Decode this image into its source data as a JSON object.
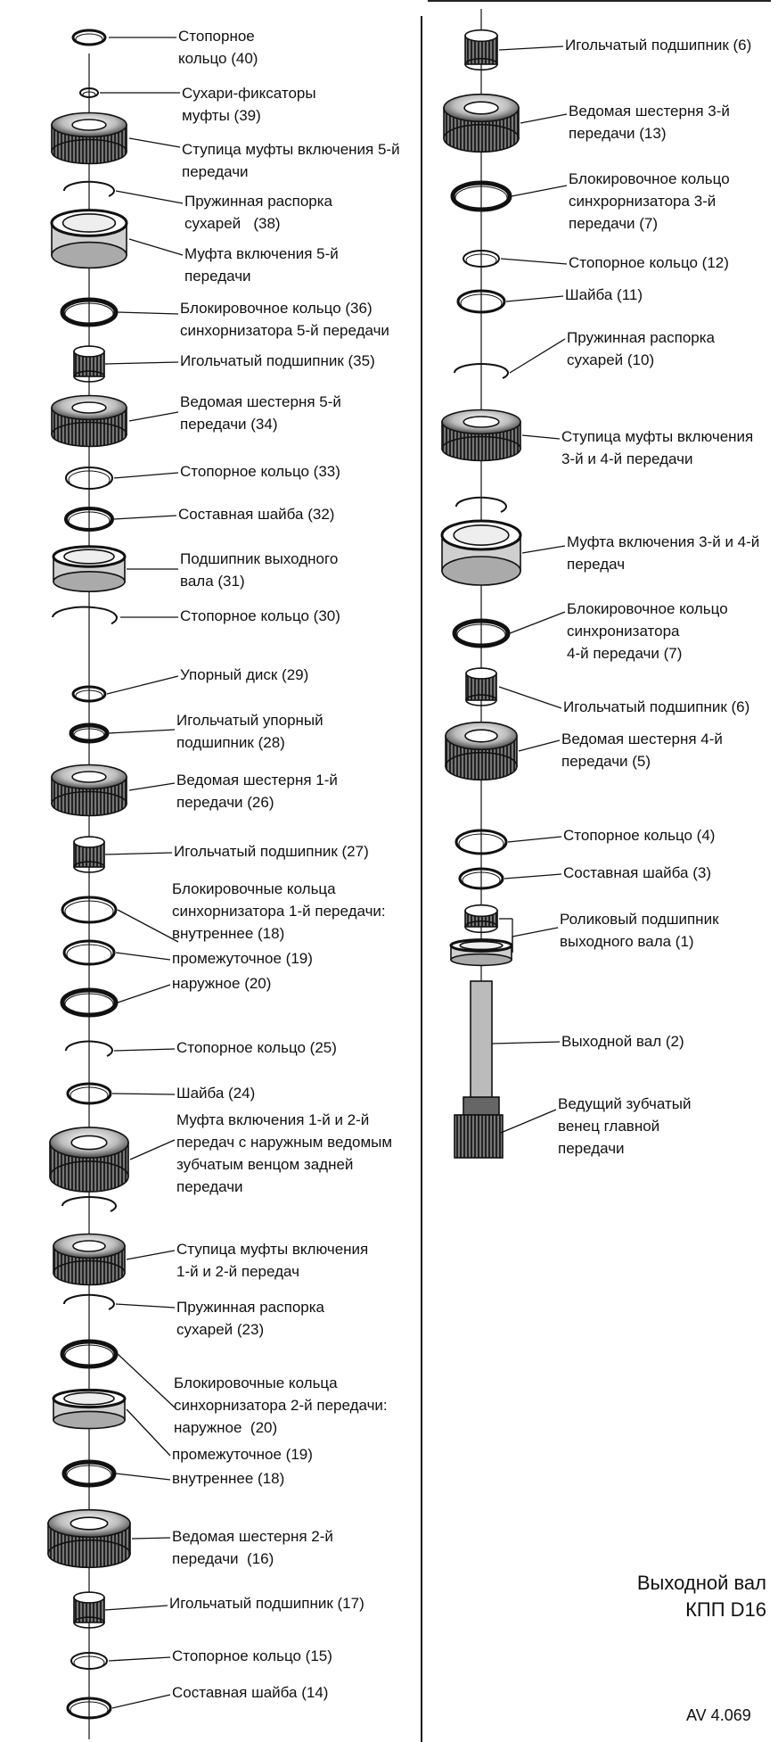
{
  "left_column": [
    {
      "id": "stopor-40",
      "text": "Стопорное\nкольцо (40)"
    },
    {
      "id": "suhari-39",
      "text": "Сухари-фиксаторы\nмуфты (39)"
    },
    {
      "id": "stupica-5",
      "text": "Ступица муфты включения 5-й\nпередачи"
    },
    {
      "id": "raspor-38",
      "text": "Пружинная распорка\nсухарей   (38)"
    },
    {
      "id": "mufta-5",
      "text": "Муфта включения 5-й\nпередачи"
    },
    {
      "id": "blok-36",
      "text": "Блокировочное кольцо (36)\nсинхорнизатора 5-й передачи"
    },
    {
      "id": "igol-35",
      "text": "Игольчатый подшипник (35)"
    },
    {
      "id": "ved-34",
      "text": "Ведомая шестерня 5-й\nпередачи (34)"
    },
    {
      "id": "stopor-33",
      "text": "Стопорное кольцо (33)"
    },
    {
      "id": "shaiba-32",
      "text": "Составная шайба (32)"
    },
    {
      "id": "podsh-31",
      "text": "Подшипник выходного\nвала (31)"
    },
    {
      "id": "stopor-30",
      "text": "Стопорное кольцо (30)"
    },
    {
      "id": "disk-29",
      "text": "Упорный диск (29)"
    },
    {
      "id": "igol-28",
      "text": "Игольчатый упорный\nподшипник (28)"
    },
    {
      "id": "ved-26",
      "text": "Ведомая шестерня 1-й\nпередачи (26)"
    },
    {
      "id": "igol-27",
      "text": "Игольчатый подшипник (27)"
    },
    {
      "id": "blok-1",
      "text": "Блокировочные кольца\nсинхорнизатора 1-й передачи:\nвнутреннее (18)"
    },
    {
      "id": "prom-19a",
      "text": "промежуточное (19)"
    },
    {
      "id": "nar-20a",
      "text": "наружное (20)"
    },
    {
      "id": "stopor-25",
      "text": "Стопорное кольцо (25)"
    },
    {
      "id": "shaiba-24",
      "text": "Шайба (24)"
    },
    {
      "id": "mufta-12",
      "text": "Муфта включения 1-й и 2-й\nпередач с наружным ведомым\nзубчатым венцом задней\nпередачи"
    },
    {
      "id": "stupica-12",
      "text": "Ступица муфты включения\n1-й и 2-й передач"
    },
    {
      "id": "raspor-23",
      "text": "Пружинная распорка\nсухарей (23)"
    },
    {
      "id": "blok-2",
      "text": "Блокировочные кольца\nсинхорнизатора 2-й передачи:\nнаружное  (20)"
    },
    {
      "id": "prom-19b",
      "text": "промежуточное (19)"
    },
    {
      "id": "vnutr-18b",
      "text": "внутреннее (18)"
    },
    {
      "id": "ved-16",
      "text": "Ведомая шестерня 2-й\nпередачи  (16)"
    },
    {
      "id": "igol-17",
      "text": "Игольчатый подшипник (17)"
    },
    {
      "id": "stopor-15",
      "text": "Стопорное кольцо (15)"
    },
    {
      "id": "shaiba-14",
      "text": "Составная шайба (14)"
    }
  ],
  "right_column": [
    {
      "id": "igol-6a",
      "text": "Игольчатый подшипник (6)"
    },
    {
      "id": "ved-13",
      "text": "Ведомая шестерня 3-й\nпередачи (13)"
    },
    {
      "id": "blok-7a",
      "text": "Блокировочное кольцо\nсинхрорнизатора 3-й\nпередачи (7)"
    },
    {
      "id": "stopor-12",
      "text": "Стопорное кольцо (12)"
    },
    {
      "id": "shaiba-11",
      "text": "Шайба (11)"
    },
    {
      "id": "raspor-10",
      "text": "Пружинная распорка\nсухарей (10)"
    },
    {
      "id": "stupica-34",
      "text": "Ступица муфты включения\n3-й и 4-й передачи"
    },
    {
      "id": "mufta-34",
      "text": "Муфта включения 3-й и 4-й\nпередач"
    },
    {
      "id": "blok-7b",
      "text": "Блокировочное кольцо\nсинхронизатора\n4-й передачи (7)"
    },
    {
      "id": "igol-6b",
      "text": "Игольчатый подшипник (6)"
    },
    {
      "id": "ved-5",
      "text": "Ведомая шестерня 4-й\nпередачи (5)"
    },
    {
      "id": "stopor-4",
      "text": "Стопорное кольцо (4)"
    },
    {
      "id": "shaiba-3",
      "text": "Составная шайба (3)"
    },
    {
      "id": "rolik-1",
      "text": "Роликовый подшипник\nвыходного вала (1)"
    },
    {
      "id": "val-2",
      "text": "Выходной вал (2)"
    },
    {
      "id": "venec",
      "text": "Ведущий зубчатый\nвенец главной\nпередачи"
    }
  ],
  "caption": {
    "line1": "Выходной вал",
    "line2": "КПП D16"
  },
  "figure_code": "AV 4.069",
  "colors": {
    "ink": "#111111",
    "metal": "#9a9a9a",
    "dark": "#2a2a2a"
  }
}
